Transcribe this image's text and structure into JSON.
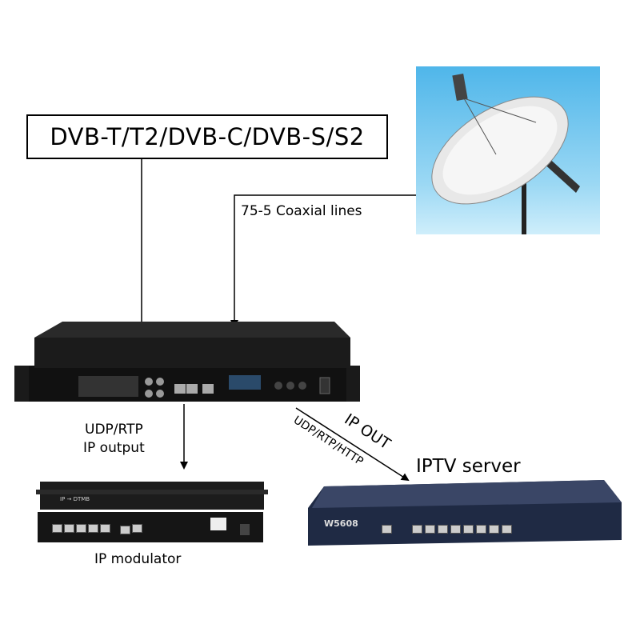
{
  "input_standards_label": "DVB-T/T2/DVB-C/DVB-S/S2",
  "coax_label": "75-5 Coaxial lines",
  "ip_output": {
    "line1": "UDP/RTP",
    "line2": "IP  output"
  },
  "ip_out": {
    "label": "IP OUT",
    "protocols": "UDP/RTP/HTTP"
  },
  "iptv_server": {
    "label": "IPTV  server",
    "model": "W5608"
  },
  "ip_modulator": {
    "label": "IP modulator",
    "front_text": "IP → DTMB"
  },
  "icons": [
    "satellite-dish-icon",
    "receiver-device",
    "iptv-server-device",
    "ip-modulator-device"
  ],
  "colors": {
    "line": "#000000",
    "sky": "#4fb6ea",
    "device": "#1a1a1a",
    "server": "#1f2a44"
  }
}
